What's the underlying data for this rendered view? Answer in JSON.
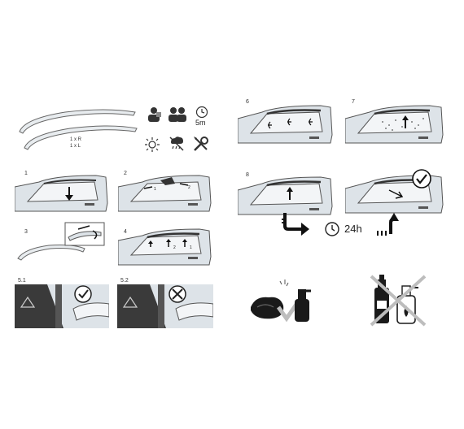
{
  "parts": {
    "line_right": "1 x R",
    "line_left": "1 x L"
  },
  "requirements": {
    "time_label": "5m"
  },
  "steps": {
    "s1": "1",
    "s2": "2",
    "s3": "3",
    "s4": "4",
    "s51": "5.1",
    "s52": "5.2",
    "s6": "6",
    "s7": "7",
    "s8": "8"
  },
  "wait": {
    "duration": "24h"
  },
  "colors": {
    "car_fill": "#dde3e8",
    "window_fill": "#f3f5f7",
    "line": "#555555",
    "dark": "#1a1a1a",
    "check_gray": "#bdbdbd"
  }
}
